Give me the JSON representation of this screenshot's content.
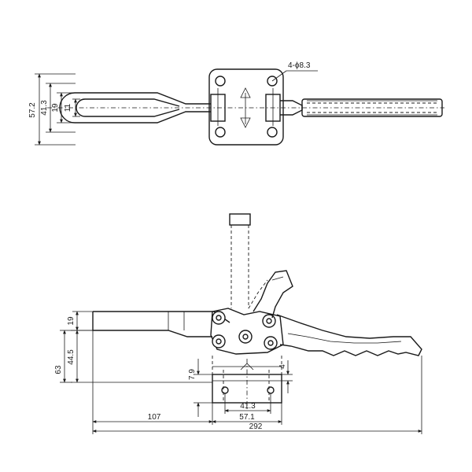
{
  "top_view": {
    "hole_note": "4-ϕ8.3",
    "dims": {
      "overall_width": "57.2",
      "mount_width": "41.3",
      "bar_width": "19",
      "slot_width": "11"
    }
  },
  "side_view": {
    "dims": {
      "bar_height": "19",
      "pivot_height": "44.5",
      "overall_height": "63",
      "base_thickness": "7.9",
      "plate_thickness": "4",
      "hole_spacing": "41.3",
      "base_length": "57.1",
      "reach": "107",
      "overall_length": "292"
    }
  }
}
